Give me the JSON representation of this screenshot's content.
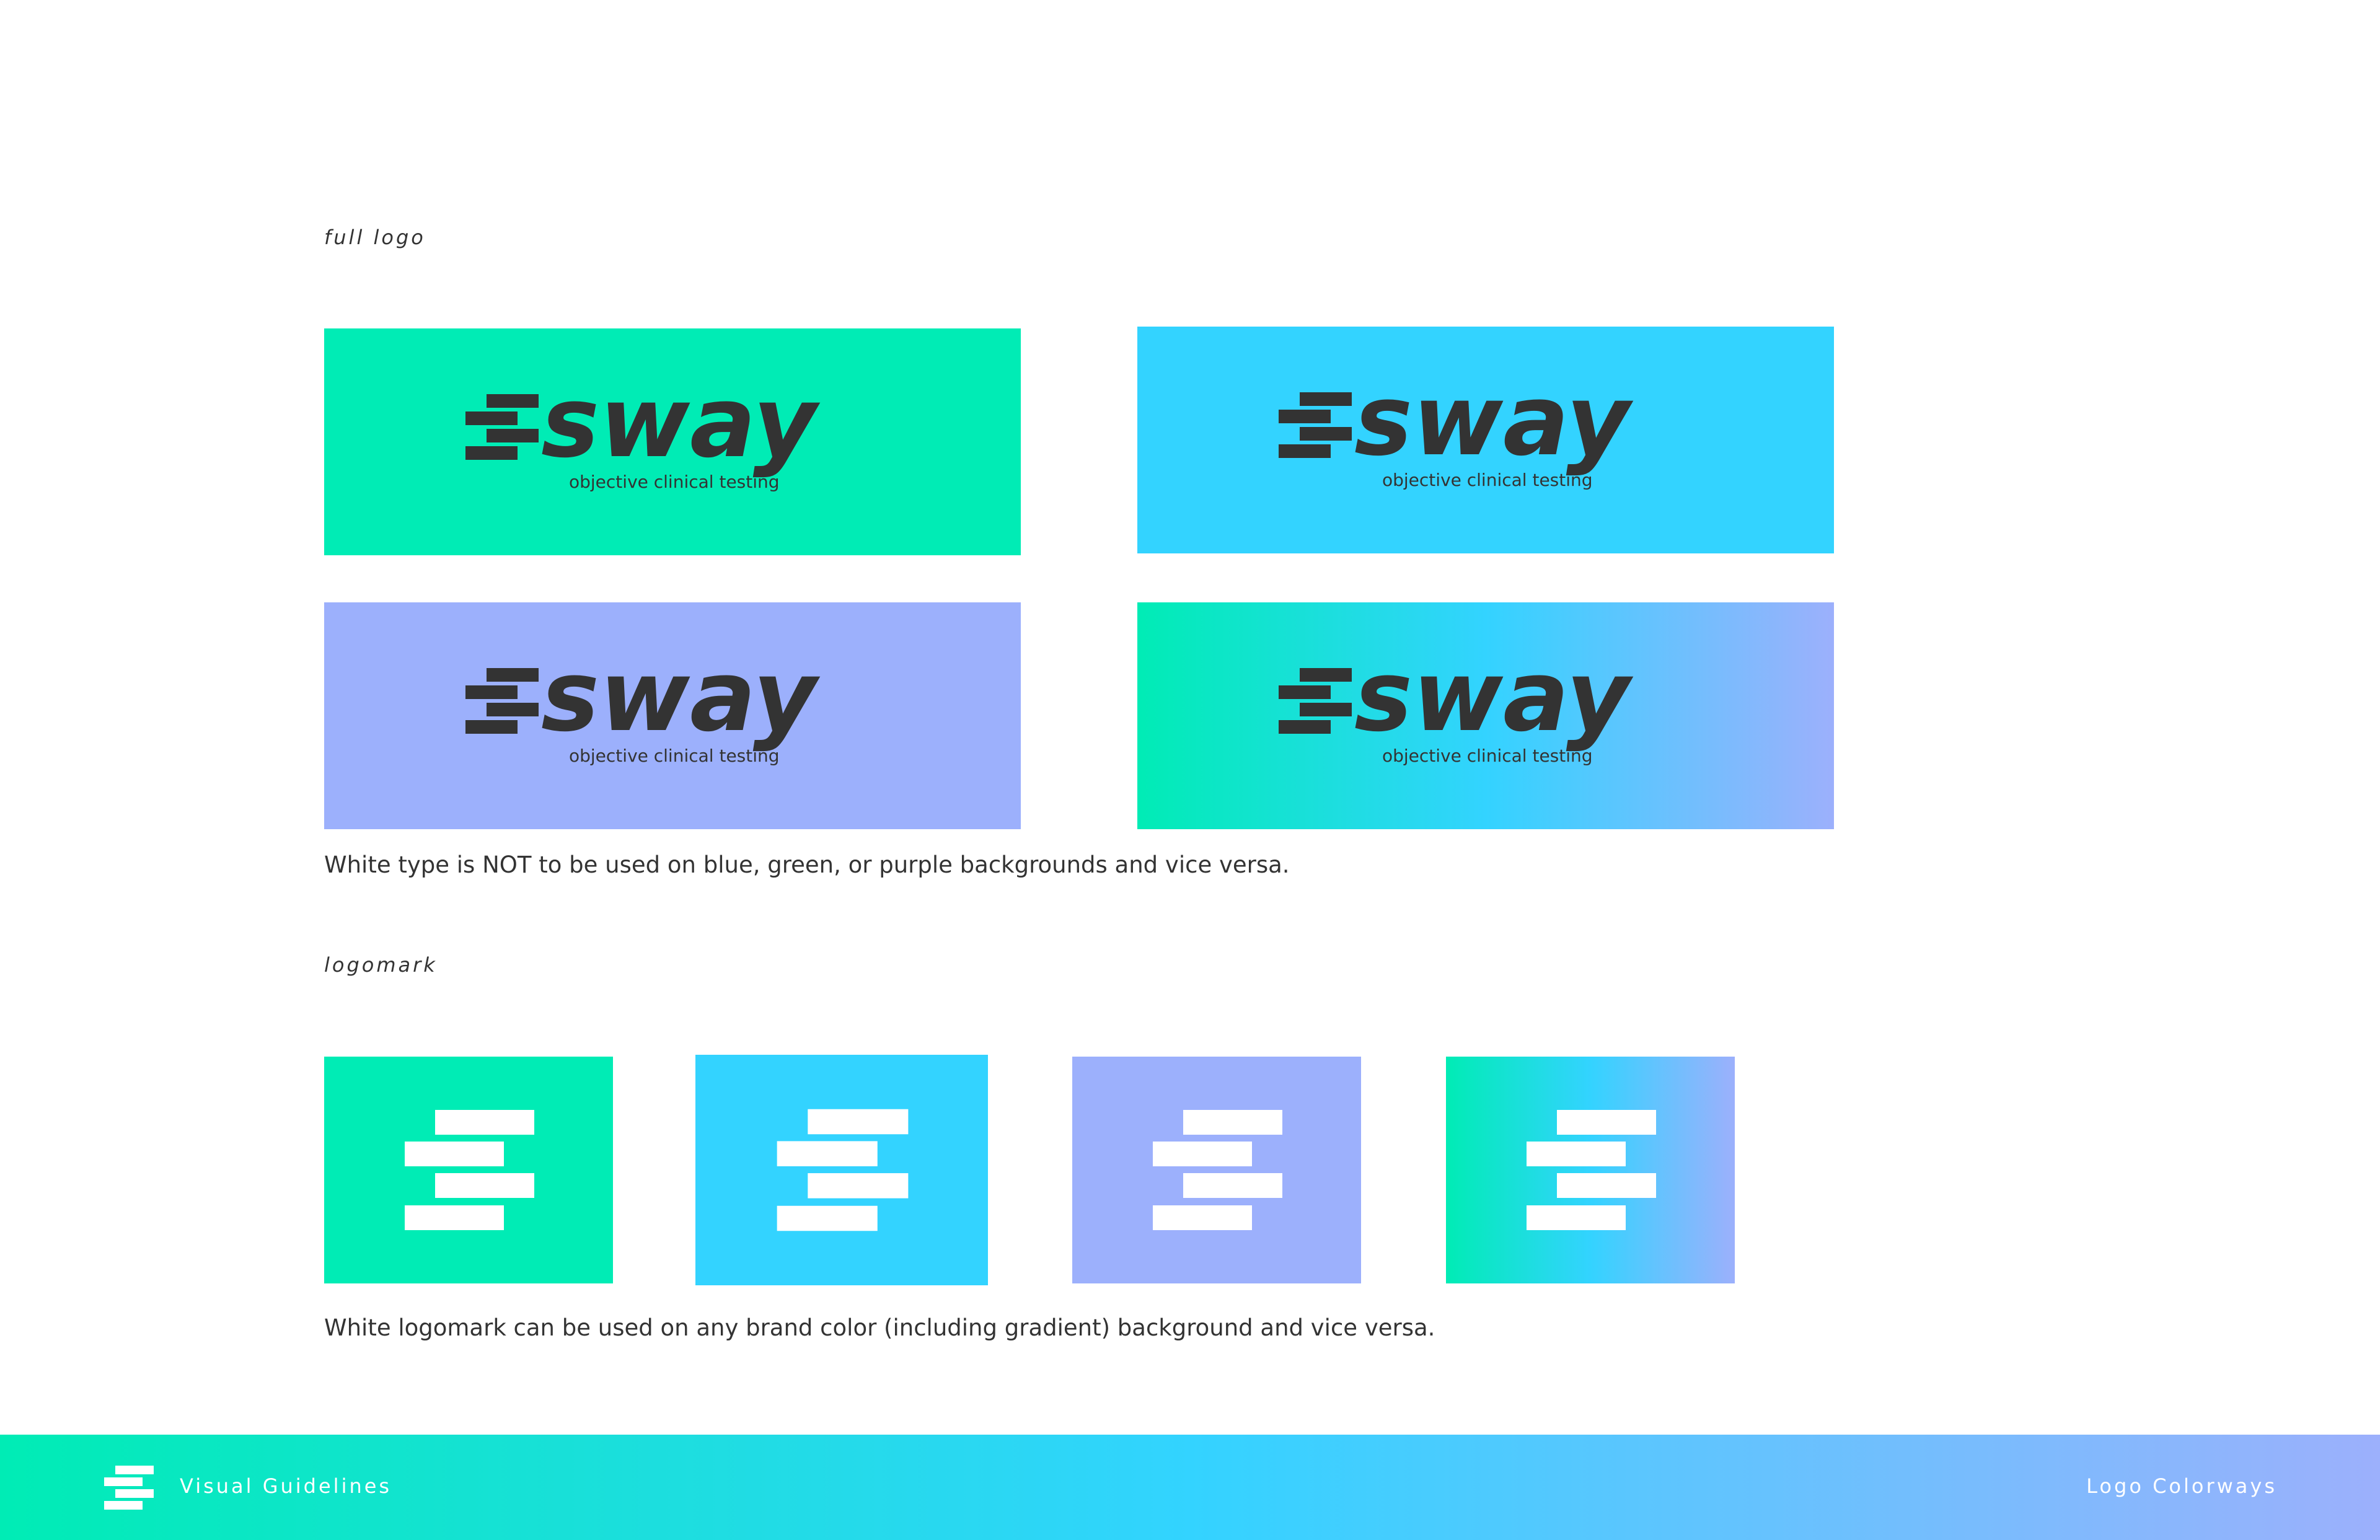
{
  "sections": {
    "full_logo_label": "full logo",
    "logomark_label": "logomark"
  },
  "brand": {
    "wordmark": "sway",
    "tagline": "objective clinical testing"
  },
  "captions": {
    "full_logo": "White type is NOT to be used on blue, green, or purple backgrounds and vice versa.",
    "logomark": "White logomark can be used on any brand color (including gradient) background and vice versa."
  },
  "colors": {
    "green": "#00ecb5",
    "blue": "#33d3ff",
    "purple": "#9cb0fc",
    "dark": "#333333",
    "white": "#ffffff"
  },
  "footer": {
    "left_label": "Visual Guidelines",
    "right_label": "Logo Colorways"
  }
}
